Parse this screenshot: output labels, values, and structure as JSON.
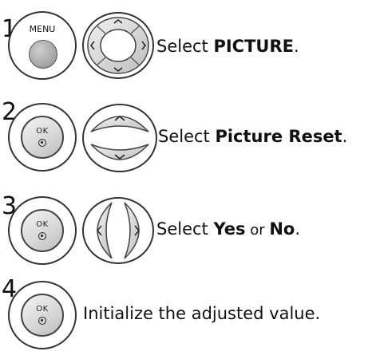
{
  "steps": [
    {
      "number": "1",
      "button_label": "MENU",
      "pre": "Select ",
      "bold": "PICTURE",
      "post": ".",
      "mid": "",
      "bold2": "",
      "post2": ""
    },
    {
      "number": "2",
      "button_label": "OK",
      "pre": "Select ",
      "bold": "Picture Reset",
      "post": ".",
      "mid": "",
      "bold2": "",
      "post2": ""
    },
    {
      "number": "3",
      "button_label": "OK",
      "pre": "Select ",
      "bold": "Yes",
      "mid": " or ",
      "bold2": "No",
      "post2": "."
    },
    {
      "number": "4",
      "button_label": "OK",
      "text": "Initialize the adjusted value."
    }
  ]
}
